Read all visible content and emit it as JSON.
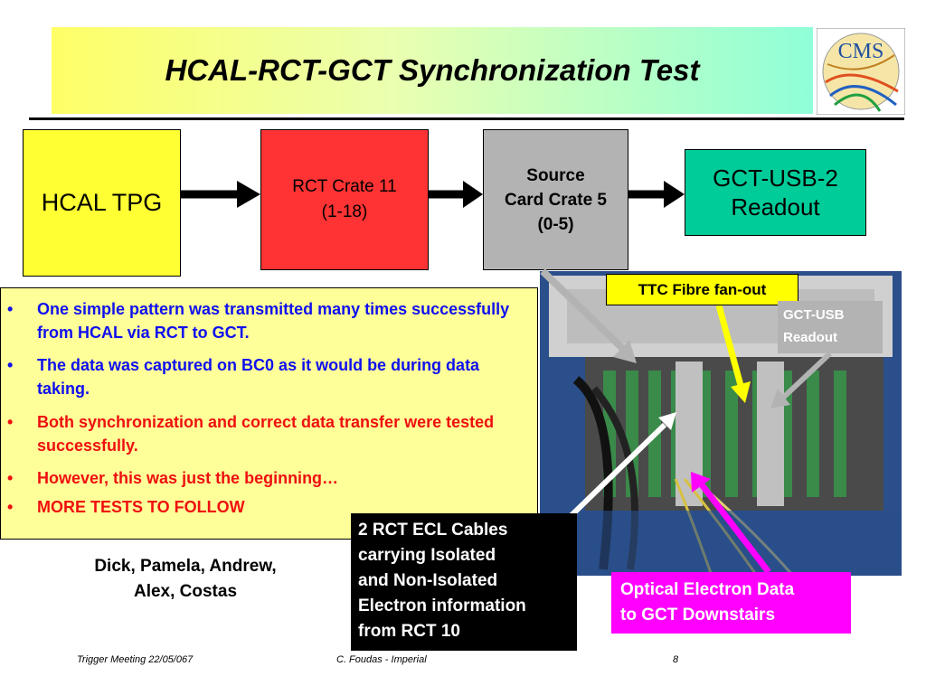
{
  "slide": {
    "title": "HCAL-RCT-GCT Synchronization Test",
    "logo_text": "CMS"
  },
  "flow": {
    "hcal": "HCAL TPG",
    "rct_line1": "RCT Crate 11",
    "rct_line2": "(1-18)",
    "source_line1": "Source",
    "source_line2": "Card Crate 5",
    "source_line3": "(0-5)",
    "gct_line1": "GCT-USB-2",
    "gct_line2": "Readout"
  },
  "bullets": [
    {
      "text": "One simple pattern was transmitted many times successfully from HCAL via RCT to GCT.",
      "color": "#1010ee"
    },
    {
      "text": "The data was captured on BC0 as it would be during data taking.",
      "color": "#1010ee"
    },
    {
      "text": "Both synchronization and correct data transfer were tested successfully.",
      "color": "#ee1010"
    },
    {
      "text": "However, this was just the beginning…",
      "color": "#ee1010"
    },
    {
      "text": "MORE TESTS TO FOLLOW",
      "color": "#ee1010"
    }
  ],
  "bullet_mark": "•",
  "authors": {
    "line1": "Dick, Pamela, Andrew,",
    "line2": "Alex, Costas"
  },
  "photo_labels": {
    "ttc": "TTC Fibre fan-out",
    "gctusb_line1": "GCT-USB",
    "gctusb_line2": "Readout",
    "ecl_lines": [
      "2 RCT ECL Cables",
      "carrying Isolated",
      "and Non-Isolated",
      "Electron information",
      "from RCT 10"
    ],
    "optical_line1": "Optical Electron Data",
    "optical_line2": "to GCT Downstairs"
  },
  "footer": {
    "left": "Trigger Meeting 22/05/067",
    "center": "C. Foudas - Imperial",
    "page": "8"
  },
  "colors": {
    "hcal_box": "#ffff33",
    "rct_box": "#ff3333",
    "source_box": "#b3b3b3",
    "gct_box": "#00cc99",
    "bullet_panel": "#ffff99",
    "ttc_label": "#ffff00",
    "optical_label": "#ff00ff"
  }
}
